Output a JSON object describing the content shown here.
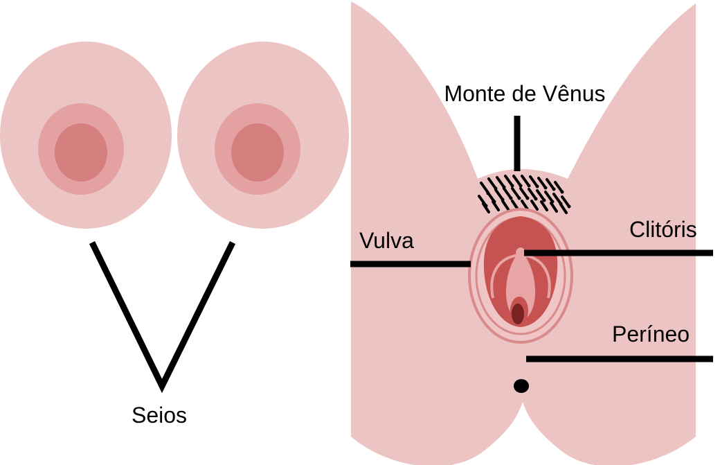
{
  "labels": {
    "breasts": "Seios",
    "mons_pubis": "Monte de Vênus",
    "vulva": "Vulva",
    "clitoris": "Clitóris",
    "perineum": "Períneo"
  },
  "colors": {
    "background": "#ffffff",
    "skin": "#ecc4c4",
    "areola_outer": "#e3a1a1",
    "areola_inner": "#d67f7f",
    "labia_outline": "#d98a8a",
    "labia_fill": "#efc5c5",
    "vulva_inner": "#c75252",
    "vestibule": "#e7a5a5",
    "opening": "#7a2222",
    "line": "#000000"
  }
}
